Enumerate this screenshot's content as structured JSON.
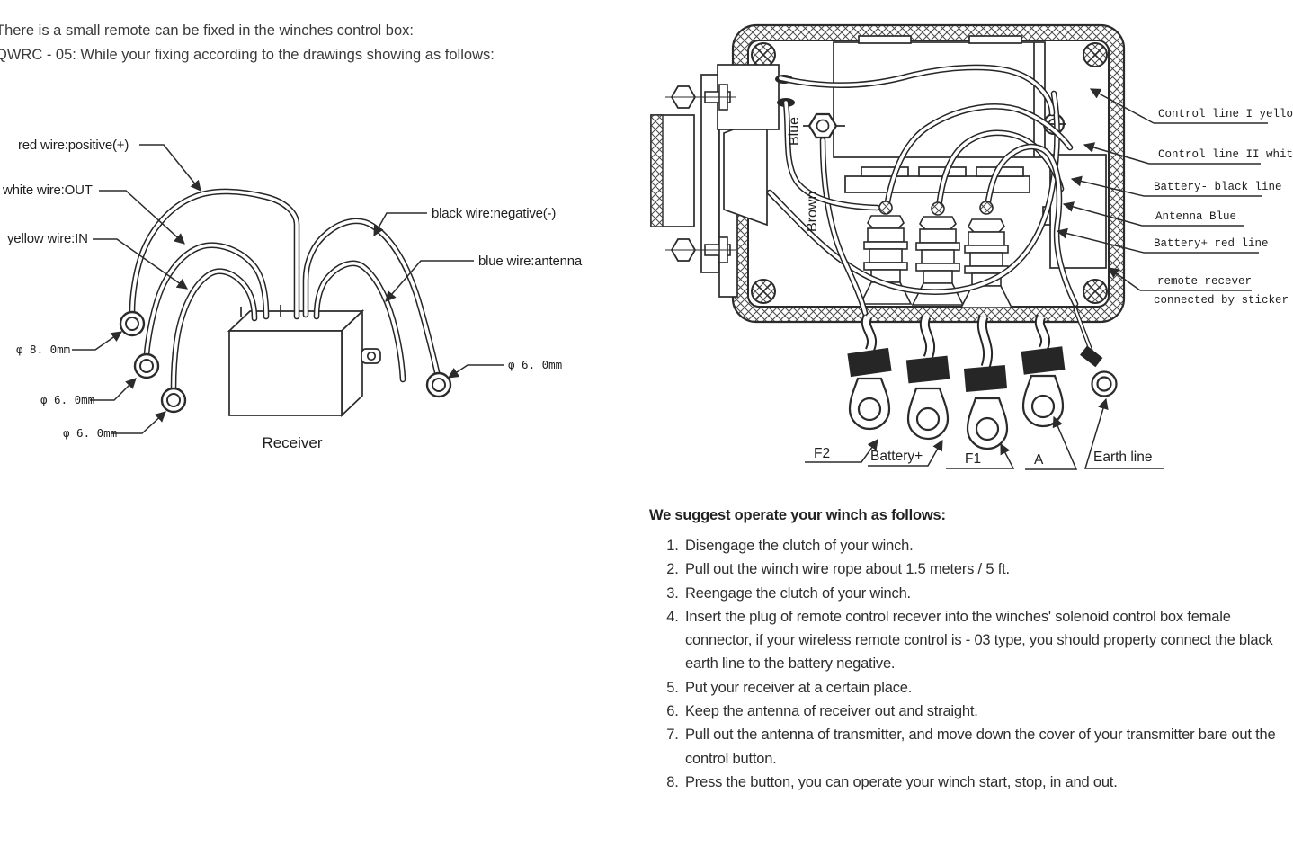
{
  "page": {
    "intro": [
      "There is a small remote can be fixed in the winches control box:",
      "QWRC - 05: While your fixing according to the drawings showing as follows:"
    ]
  },
  "receiver_diagram": {
    "caption": "Receiver",
    "wire_labels": {
      "red": "red wire:positive(+)",
      "white": "white wire:OUT",
      "yellow": "yellow wire:IN",
      "black": "black wire:negative(-)",
      "blue": "blue wire:antenna"
    },
    "terminal_labels": {
      "phi8": "φ 8. 0mm",
      "phi6_left_upper": "φ 6. 0mm",
      "phi6_left_lower": "φ 6. 0mm",
      "phi6_right": "φ 6. 0mm"
    }
  },
  "control_box_diagram": {
    "inner_labels": {
      "blue": "Blue",
      "brown": "Brown"
    },
    "right_labels": [
      "Control line I yellow",
      "Control line II white",
      "Battery- black line",
      "Antenna Blue",
      "Battery+ red line"
    ],
    "right_label_two_line": [
      "remote recever",
      "connected by sticker"
    ],
    "bottom_labels": [
      "F2",
      "Battery+",
      "F1",
      "A",
      "Earth line"
    ]
  },
  "instructions": {
    "heading": "We suggest operate your winch as follows:",
    "items": [
      "Disengage the clutch of your winch.",
      "Pull out the winch wire rope about 1.5 meters / 5 ft.",
      "Reengage the clutch of your winch.",
      "Insert the plug of remote control recever into the winches' solenoid control box female connector, if your wireless remote control is - 03 type, you should property connect the black earth line to the battery negative.",
      "Put your receiver at a certain place.",
      "Keep the antenna of receiver out and straight.",
      "Pull out the antenna of transmitter, and move down the cover of your transmitter bare out the control button.",
      "Press the button, you can operate your winch start, stop, in and out."
    ]
  },
  "colors": {
    "ink": "#2b2b2b",
    "band": "#262626",
    "paper": "#ffffff"
  }
}
